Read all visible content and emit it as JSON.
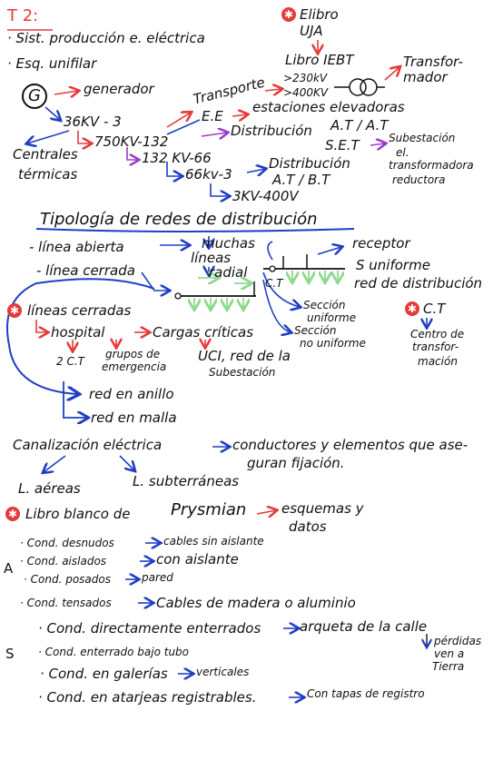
{
  "title": "T 2:",
  "top_list": [
    "· Sist. producción e. eléctrica",
    "· Esq. unifilar"
  ],
  "libro": {
    "title": "Elibro",
    "source": "UJA",
    "name": "Libro IEBT"
  },
  "generator": {
    "letter": "G",
    "label": "generador",
    "voltage": "36KV - 3",
    "plants_line1": "Centrales",
    "plants_line2": "térmicas"
  },
  "chain": {
    "v750": "750KV-132",
    "v132": "132 KV-66",
    "v66": "66kv-3",
    "v3": "3KV-400V"
  },
  "transport": {
    "label": "Transporte",
    "v1": ">230kV",
    "v2": ">400KV",
    "transformer": "Transfor-\nmador"
  },
  "ee": {
    "label": "E.E",
    "desc_line1": "estaciones elevadoras",
    "distrib": "Distribución",
    "level": "A.T / A.T"
  },
  "set": {
    "label": "S.E.T",
    "desc_line1": "Subestación",
    "desc_line2": "el.",
    "desc_line3": "transformadora",
    "desc_line4": "reductora"
  },
  "distrib_at": {
    "label": "Distribución",
    "level": "A.T / B.T"
  },
  "typology": {
    "heading": "Tipología de redes de distribución",
    "open": "- línea abierta",
    "closed": "- línea cerrada",
    "muchas": "muchas",
    "lineas": "líneas",
    "radial": "radial",
    "ct": "C.T",
    "receptor": "receptor",
    "s_uniforme": "S uniforme",
    "red_dist": "red de distribución",
    "sec_uni_1": "Sección",
    "sec_uni_2": "uniforme",
    "sec_nouni_1": "Sección",
    "sec_nouni_2": "no uniforme",
    "ct2": "C.T",
    "centro_1": "Centro de",
    "centro_2": "transfor-",
    "centro_3": "mación"
  },
  "closed_lines": {
    "title": "líneas cerradas",
    "hospital": "hospital",
    "cargas": "Cargas críticas",
    "two_ct": "2 C.T",
    "grupos_1": "grupos de",
    "grupos_2": "emergencia",
    "uci_1": "UCI, red de la",
    "uci_2": "Subestación",
    "anillo": "red en anillo",
    "malla": "red en malla"
  },
  "canal": {
    "title": "Canalización eléctrica",
    "desc_1": "conductores y elementos que ase-",
    "desc_2": "guran fijación.",
    "aereas": "L. aéreas",
    "subt": "L. subterráneas"
  },
  "prysmian": {
    "title": "Libro blanco de",
    "brand": "Prysmian",
    "desc_1": "esquemas y",
    "desc_2": "datos"
  },
  "cond": {
    "a_label": "A",
    "s_label": "S",
    "c1": "· Cond. desnudos",
    "c1r": "cables sin aislante",
    "c2": "· Cond. aislados",
    "c2r": "con aislante",
    "c3": "· Cond. posados",
    "c3r": "pared",
    "c4": "· Cond. tensados",
    "c4r": "Cables de madera o aluminio",
    "c5": "· Cond. directamente enterrados",
    "c5r": "arqueta de la calle",
    "c5n_1": "pérdidas",
    "c5n_2": "ven a",
    "c5n_3": "Tierra",
    "c6": "· Cond. enterrado bajo tubo",
    "c7": "· Cond. en galerías",
    "c7r": "verticales",
    "c8": "· Cond. en atarjeas registrables.",
    "c8r": "Con tapas de registro"
  },
  "colors": {
    "red": "#e53a3a",
    "blue": "#1f3fc4",
    "purple": "#9b3ec9",
    "green": "#8fd98f",
    "ink": "#111111"
  }
}
